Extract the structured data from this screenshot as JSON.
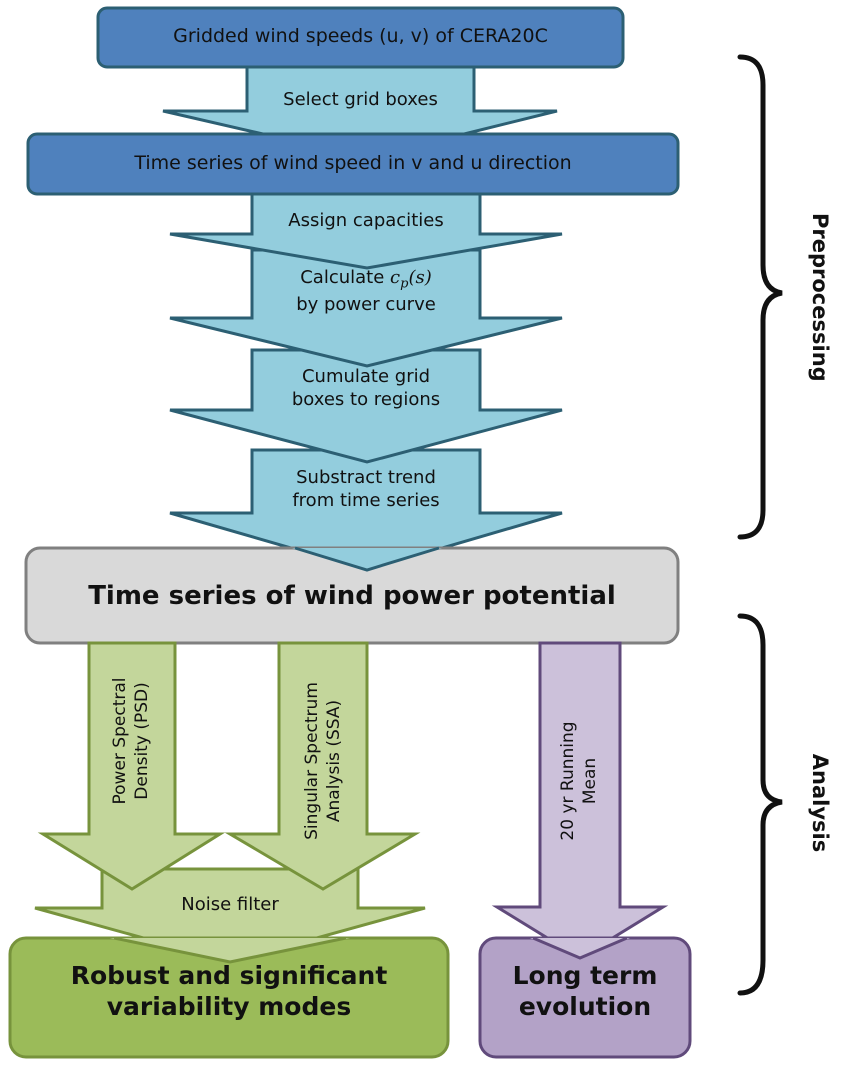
{
  "colors": {
    "blue_box": "#4f81bd",
    "blue_box_border": "#2c5f73",
    "blue_arrow": "#93cddd",
    "gray_box": "#d9d9d9",
    "gray_box_border": "#808080",
    "green_arrow": "#c3d69b",
    "green_box": "#9bbb59",
    "green_border": "#77933c",
    "purple_arrow": "#ccc1da",
    "purple_box": "#b3a2c7",
    "purple_border": "#604a7b"
  },
  "preprocessing": {
    "source_box": "Gridded wind speeds (u, v) of CERA20C",
    "step_select": "Select grid boxes",
    "timeseries_box": "Time series of wind speed in v and u direction",
    "step_assign": "Assign capacities",
    "step_calc_prefix": "Calculate",
    "step_calc_symbol": "c",
    "step_calc_subscript": "p",
    "step_calc_arg": "(s)",
    "step_calc_line2": "by power curve",
    "step_cumulate_line1": "Cumulate grid",
    "step_cumulate_line2": "boxes to regions",
    "step_trend_line1": "Substract trend",
    "step_trend_line2": "from time series"
  },
  "central_box": "Time series of wind power potential",
  "analysis": {
    "psd_line1": "Power Spectral",
    "psd_line2": "Density (PSD)",
    "ssa_line1": "Singular Spectrum",
    "ssa_line2": "Analysis (SSA)",
    "noise_filter": "Noise filter",
    "running_mean_line1": "20 yr Running",
    "running_mean_line2": "Mean",
    "result_modes_line1": "Robust and significant",
    "result_modes_line2": "variability modes",
    "result_longterm_line1": "Long term",
    "result_longterm_line2": "evolution"
  },
  "brackets": {
    "preprocessing_label": "Preprocessing",
    "analysis_label": "Analysis"
  }
}
